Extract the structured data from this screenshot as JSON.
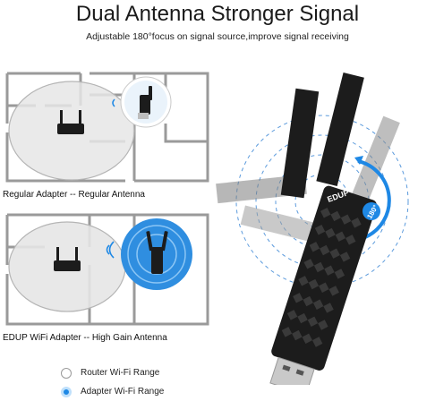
{
  "header": {
    "title": "Dual Antenna Stronger Signal",
    "subtitle": "Adjustable 180°focus on signal source,improve signal receiving"
  },
  "panels": {
    "regular": {
      "caption": "Regular Adapter -- Regular Antenna"
    },
    "edup": {
      "caption": "EDUP WiFi Adapter -- High Gain Antenna"
    }
  },
  "product": {
    "brand": "EDUP",
    "rotation_badge": "180°"
  },
  "legend": {
    "router_range": "Router Wi-Fi Range",
    "adapter_range": "Adapter Wi-Fi Range"
  },
  "colors": {
    "accent_blue": "#1e88e5",
    "house_line": "#9a9a9a",
    "device_black": "#1c1c1c"
  }
}
